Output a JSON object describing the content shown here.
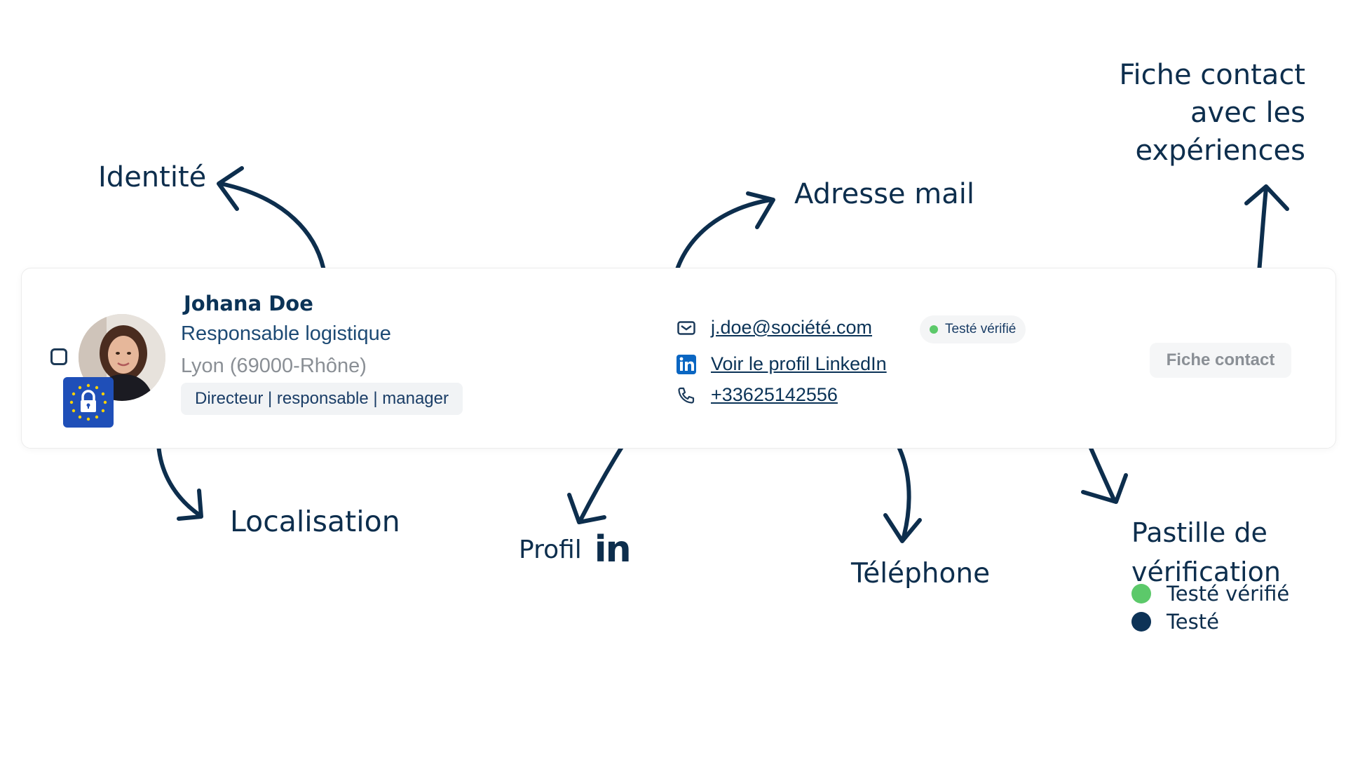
{
  "annotations": {
    "identite": "Identité",
    "localisation": "Localisation",
    "adresse_mail": "Adresse mail",
    "fiche_contact_lines": [
      "Fiche contact",
      "avec les",
      "expériences"
    ],
    "profil": "Profil",
    "profil_logo": "in",
    "telephone": "Téléphone",
    "pastille_lines": [
      "Pastille de",
      "vérification"
    ]
  },
  "legend": [
    {
      "label": "Testé vérifié",
      "color": "#5cc96a"
    },
    {
      "label": "Testé",
      "color": "#0d3357"
    }
  ],
  "contact": {
    "name": "Johana Doe",
    "role": "Responsable logistique",
    "location": "Lyon (69000-Rhône)",
    "tag": "Directeur | responsable | manager",
    "email": "j.doe@société.com",
    "linkedin_label": "Voir le profil LinkedIn",
    "phone": "+33625142556",
    "verification_status": "Testé vérifié",
    "verification_color": "#5cc96a",
    "fiche_button": "Fiche contact"
  },
  "icons": {
    "email": "mail-icon",
    "linkedin": "linkedin-icon",
    "phone": "phone-icon",
    "gdpr": "eu-lock-icon",
    "avatar": "avatar"
  },
  "colors": {
    "annotation": "#0d2e4d",
    "brand_dark": "#0b3357",
    "linkedin_blue": "#0a66c2",
    "eu_blue": "#1f4fb8",
    "eu_gold": "#ffd200"
  }
}
